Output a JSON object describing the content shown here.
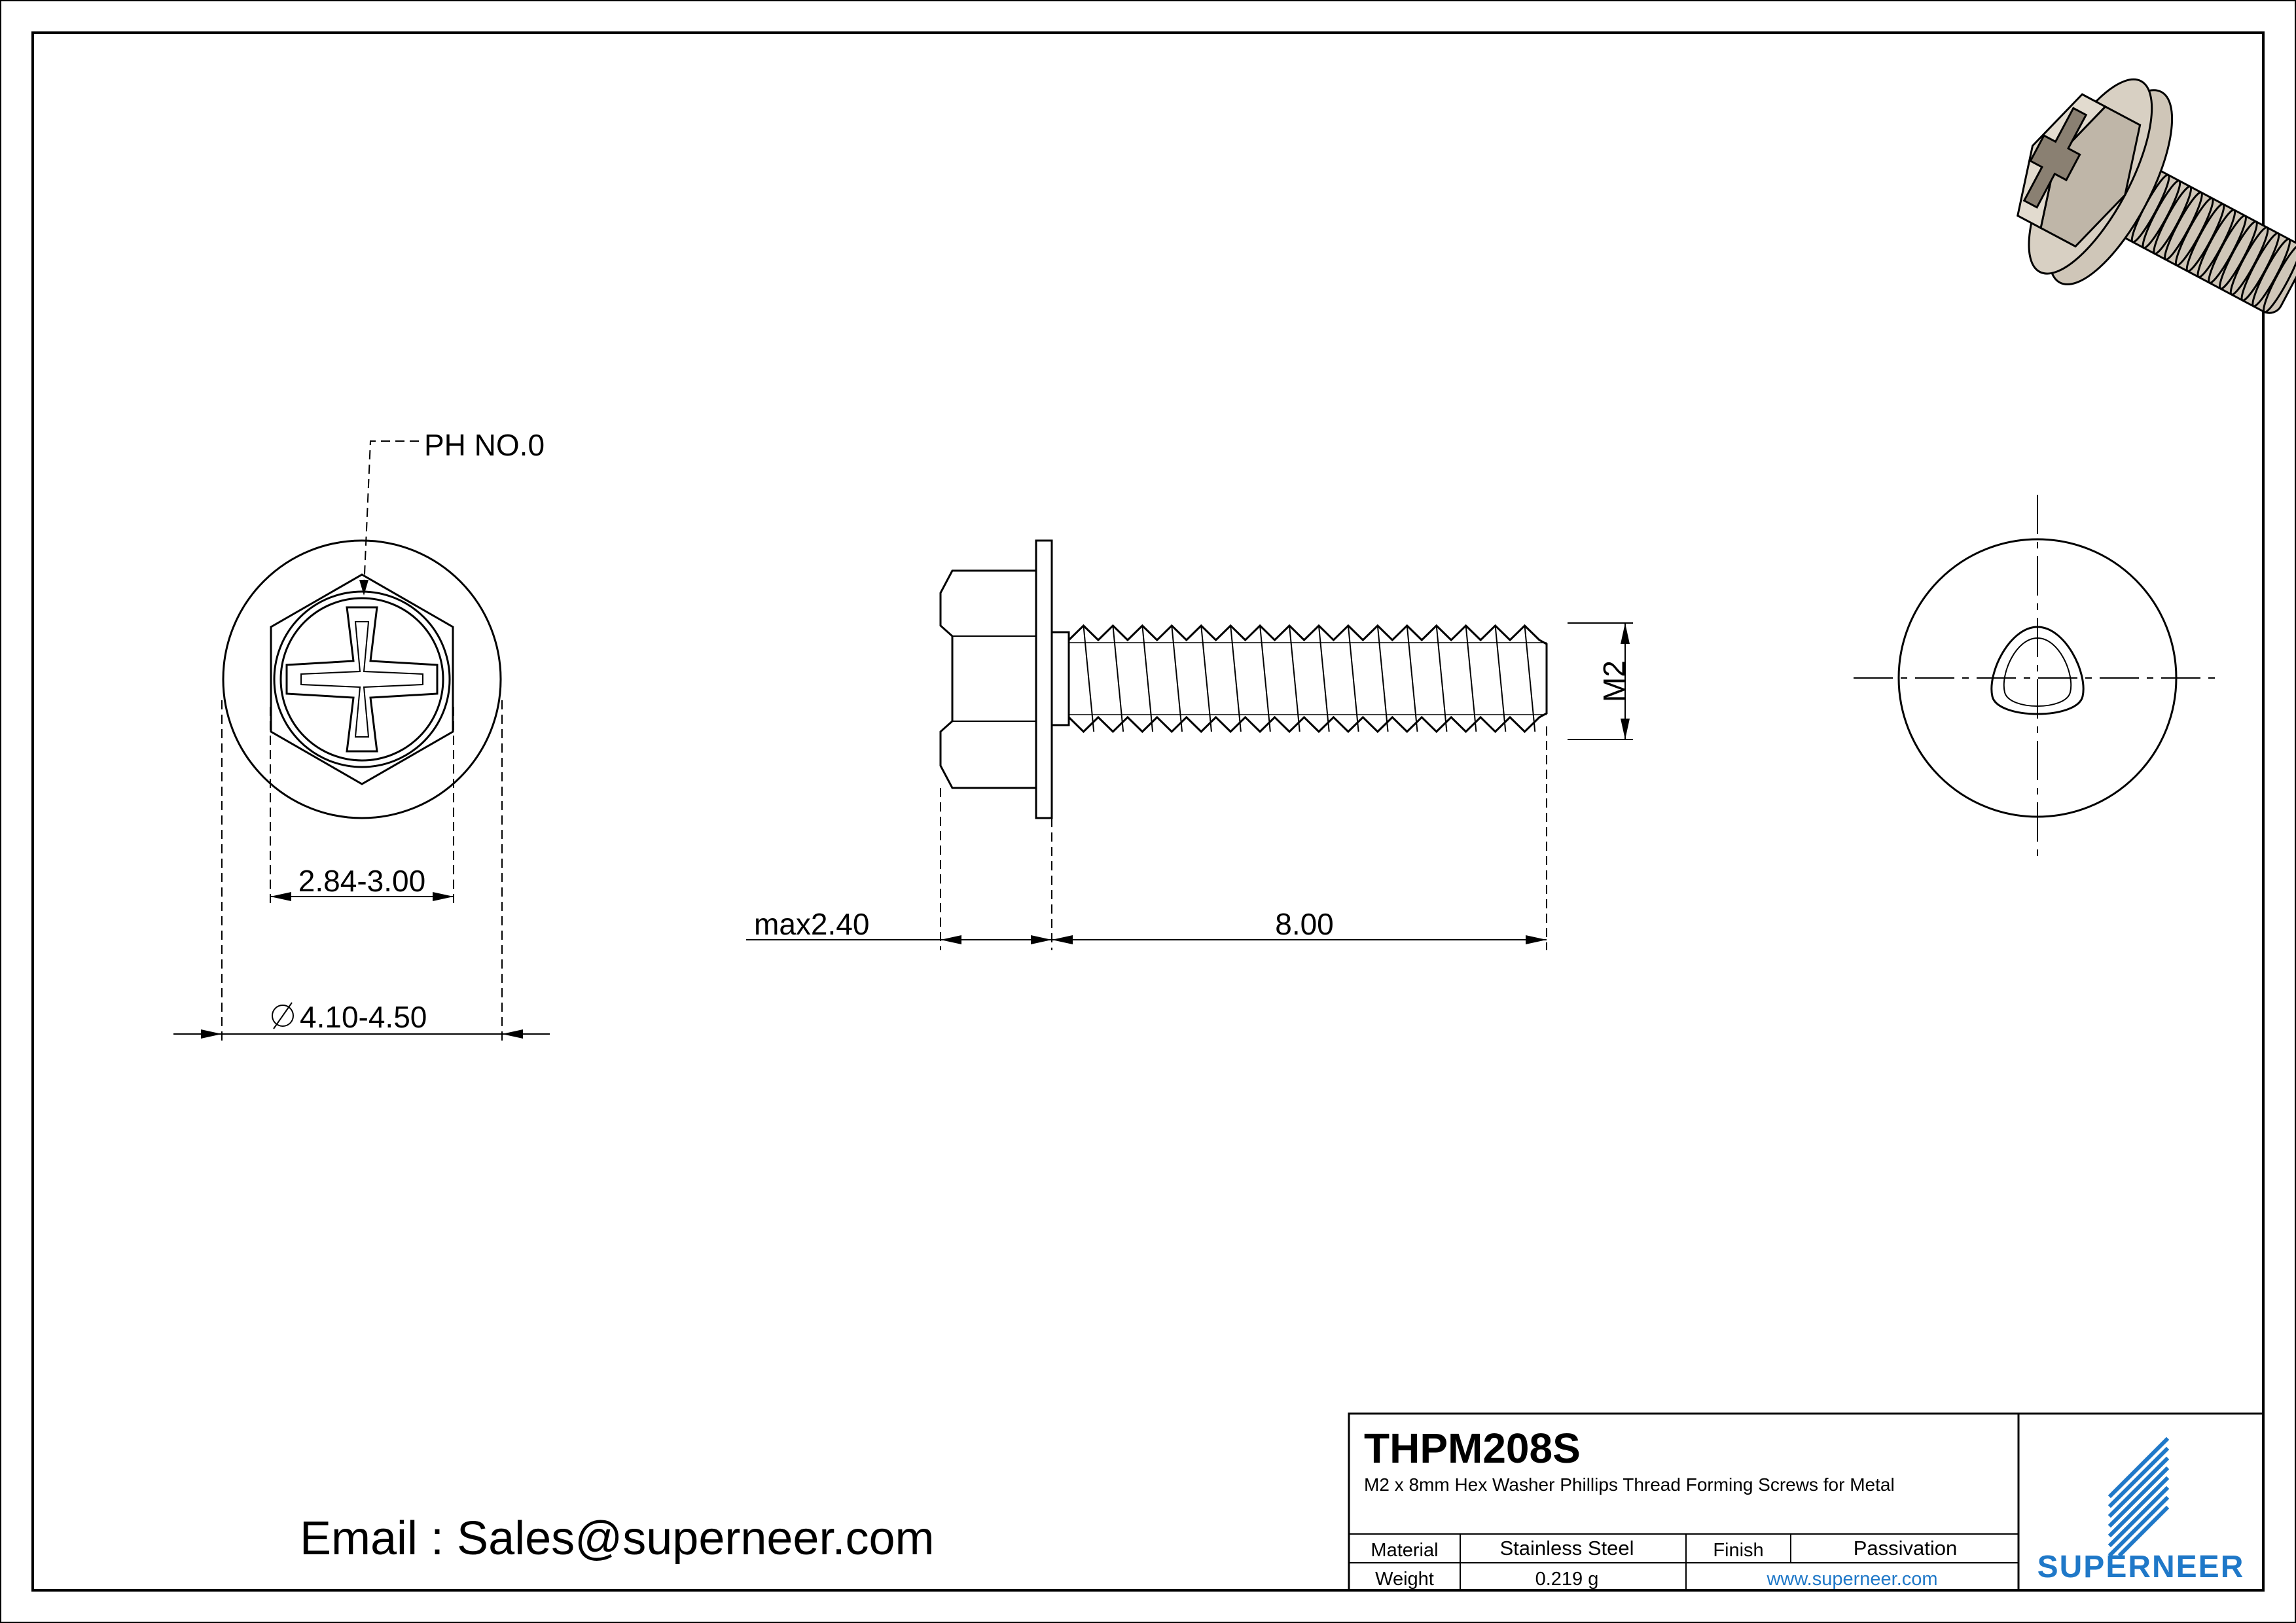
{
  "callouts": {
    "recess": "PH NO.0"
  },
  "dimensions": {
    "hex_across_flats": "2.84-3.00",
    "washer_diameter": "4.10-4.50",
    "head_height": "max2.40",
    "length": "8.00",
    "thread": "M2"
  },
  "contact": {
    "email": "Email : Sales@superneer.com"
  },
  "title_block": {
    "part_number": "THPM208S",
    "description": "M2 x 8mm Hex Washer Phillips Thread Forming Screws for Metal",
    "material_label": "Material",
    "material_value": "Stainless Steel",
    "finish_label": "Finish",
    "finish_value": "Passivation",
    "weight_label": "Weight",
    "weight_value": "0.219 g",
    "website": "www.superneer.com",
    "brand": "SUPERNEER"
  },
  "colors": {
    "line": "#000000",
    "brand_blue": "#1f78c8",
    "screw_tan": "#cfc6b8",
    "screw_shadow": "#8a8072"
  }
}
